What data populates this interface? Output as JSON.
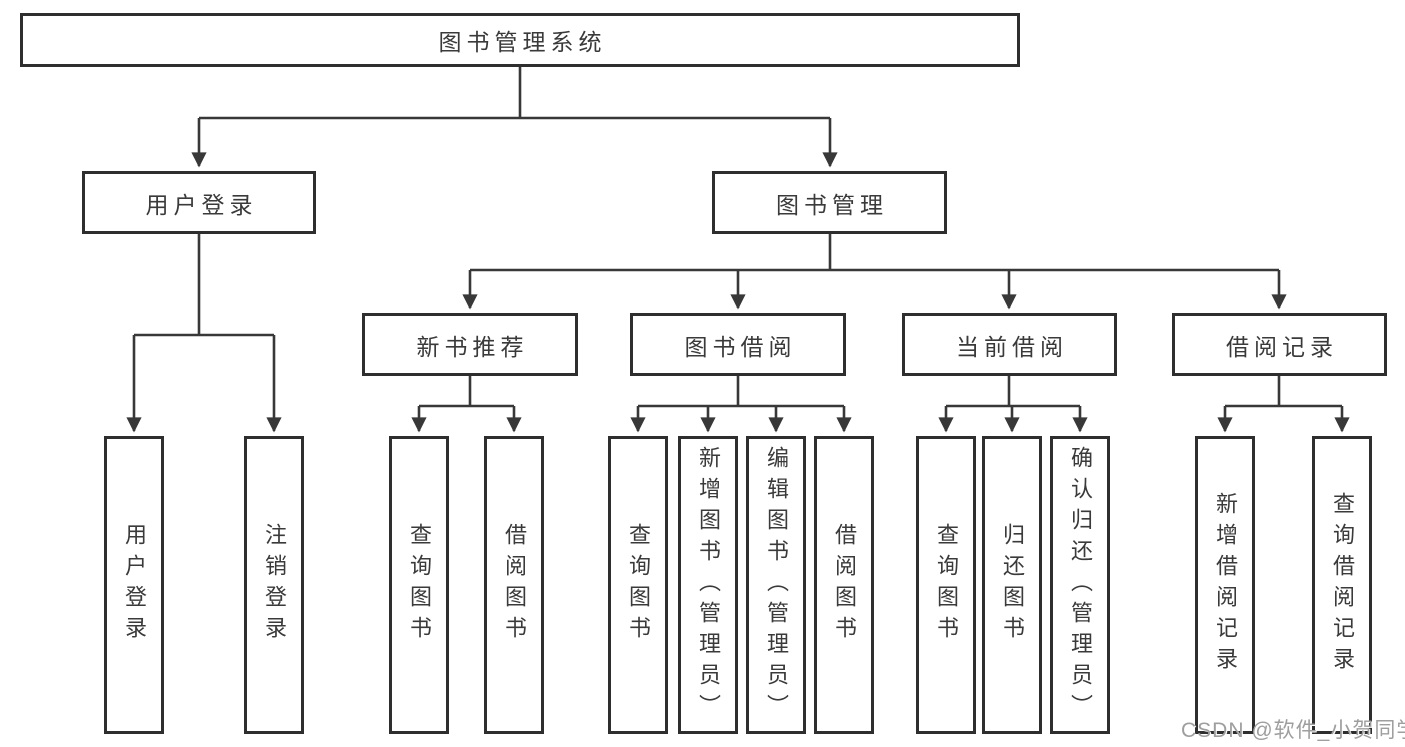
{
  "diagram_title": "图书管理系统",
  "colors": {
    "background": "#ffffff",
    "line": "#383838",
    "box_border": "#2e2e2e",
    "text": "#3a3a3a",
    "watermark": "#9e9e9e"
  },
  "tree": {
    "root": {
      "label": "图书管理系统"
    },
    "level2": [
      {
        "label": "用户登录"
      },
      {
        "label": "图书管理"
      }
    ],
    "level3": [
      {
        "label": "新书推荐"
      },
      {
        "label": "图书借阅"
      },
      {
        "label": "当前借阅"
      },
      {
        "label": "借阅记录"
      }
    ],
    "leaves": {
      "user_login": [
        {
          "label": "用户登录"
        },
        {
          "label": "注销登录"
        }
      ],
      "new_book": [
        {
          "label": "查询图书"
        },
        {
          "label": "借阅图书"
        }
      ],
      "book_borrow": [
        {
          "label": "查询图书"
        },
        {
          "label": "新增图书（管理员）"
        },
        {
          "label": "编辑图书（管理员）"
        },
        {
          "label": "借阅图书"
        }
      ],
      "current_borrow": [
        {
          "label": "查询图书"
        },
        {
          "label": "归还图书"
        },
        {
          "label": "确认归还（管理员）"
        }
      ],
      "borrow_records": [
        {
          "label": "新增借阅记录"
        },
        {
          "label": "查询借阅记录"
        }
      ]
    }
  },
  "watermark": {
    "text": "CSDN @软件_小贺同学"
  }
}
